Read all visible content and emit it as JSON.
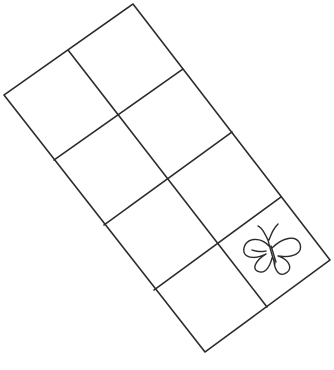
{
  "grid": {
    "rows": 4,
    "columns": 2,
    "line_color": "#2b2b2b",
    "background": "#ffffff"
  },
  "butterfly": {
    "icon": "butterfly-icon",
    "row": 3,
    "column": 1
  }
}
